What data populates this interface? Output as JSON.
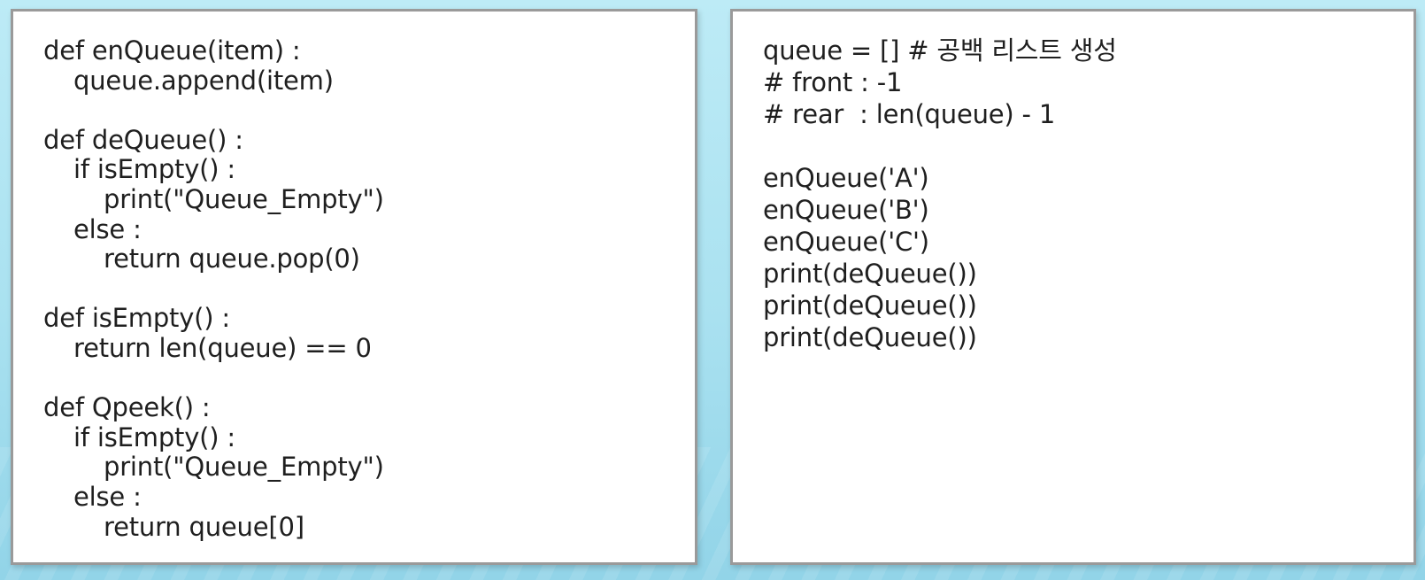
{
  "left_panel": {
    "lines": [
      {
        "text": "def enQueue(item) :",
        "indent": 0
      },
      {
        "text": "queue.append(item)",
        "indent": 1
      },
      {
        "text": "",
        "indent": 0
      },
      {
        "text": "def deQueue() :",
        "indent": 0
      },
      {
        "text": "if isEmpty() :",
        "indent": 1
      },
      {
        "text": "print(\"Queue_Empty\")",
        "indent": 2
      },
      {
        "text": "else :",
        "indent": 1
      },
      {
        "text": "return queue.pop(0)",
        "indent": 2
      },
      {
        "text": "",
        "indent": 0
      },
      {
        "text": "def isEmpty() :",
        "indent": 0
      },
      {
        "text": "return len(queue) == 0",
        "indent": 1
      },
      {
        "text": "",
        "indent": 0
      },
      {
        "text": "def Qpeek() :",
        "indent": 0
      },
      {
        "text": "if isEmpty() :",
        "indent": 1
      },
      {
        "text": "print(\"Queue_Empty\")",
        "indent": 2
      },
      {
        "text": "else :",
        "indent": 1
      },
      {
        "text": "return queue[0]",
        "indent": 2
      }
    ]
  },
  "right_panel": {
    "lines": [
      {
        "text": "queue = [] # 공백 리스트 생성",
        "indent": 0
      },
      {
        "text": "# front : -1",
        "indent": 0
      },
      {
        "text": "# rear  : len(queue) - 1",
        "indent": 0
      },
      {
        "text": "",
        "indent": 0
      },
      {
        "text": "enQueue('A')",
        "indent": 0
      },
      {
        "text": "enQueue('B')",
        "indent": 0
      },
      {
        "text": "enQueue('C')",
        "indent": 0
      },
      {
        "text": "print(deQueue())",
        "indent": 0
      },
      {
        "text": "print(deQueue())",
        "indent": 0
      },
      {
        "text": "print(deQueue())",
        "indent": 0
      }
    ]
  }
}
